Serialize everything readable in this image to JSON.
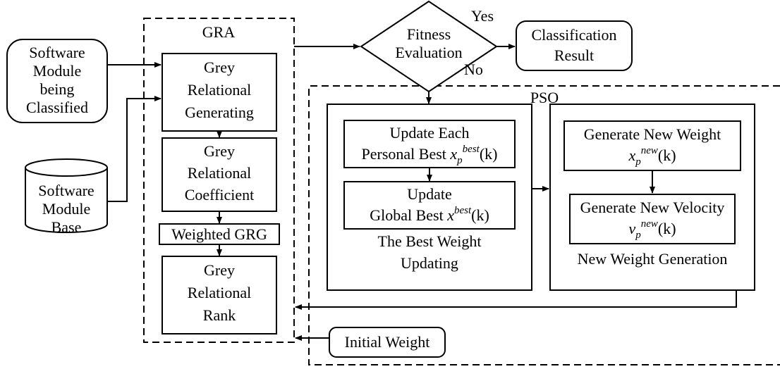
{
  "gra": {
    "title": "GRA",
    "generating": [
      "Grey",
      "Relational",
      "Generating"
    ],
    "coefficient": [
      "Grey",
      "Relational",
      "Coefficient"
    ],
    "weighted": "Weighted GRG",
    "rank": [
      "Grey",
      "Relational",
      "Rank"
    ]
  },
  "inputs": {
    "module": [
      "Software",
      "Module",
      "being",
      "Classified"
    ],
    "base": [
      "Software",
      "Module",
      "Base"
    ],
    "initial_weight": "Initial Weight"
  },
  "decision": {
    "fitness": [
      "Fitness",
      "Evaluation"
    ],
    "yes": "Yes",
    "no": "No"
  },
  "result": [
    "Classification",
    "Result"
  ],
  "pso": {
    "title": "PSO",
    "best_weight": {
      "personal_1": "Update Each",
      "personal_2": "Personal Best",
      "personal_var": "x",
      "personal_sub": "p",
      "personal_sup": "best",
      "personal_arg": "(k)",
      "global_1": "Update",
      "global_2": "Global Best",
      "global_var": "x",
      "global_sup": "best",
      "global_arg": "(k)",
      "caption": [
        "The Best Weight",
        "Updating"
      ]
    },
    "new_weight": {
      "weight_1": "Generate New Weight",
      "weight_var": "x",
      "weight_sub": "p",
      "weight_sup": "new",
      "weight_arg": "(k)",
      "velocity_1": "Generate New Velocity",
      "velocity_var": "v",
      "velocity_sub": "p",
      "velocity_sup": "new",
      "velocity_arg": "(k)",
      "caption": "New Weight Generation"
    }
  }
}
